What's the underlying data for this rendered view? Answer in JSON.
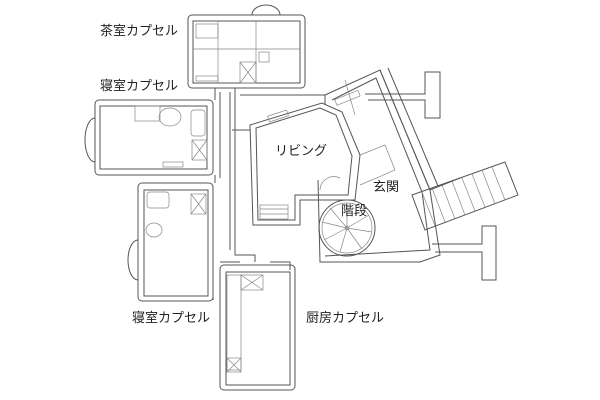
{
  "labels": {
    "tea_capsule": "茶室カプセル",
    "bedroom_capsule_upper": "寝室カプセル",
    "bedroom_capsule_lower": "寝室カプセル",
    "kitchen_capsule": "厨房カプセル",
    "living": "リビング",
    "entrance": "玄関",
    "stairs": "階段"
  },
  "colors": {
    "line": "#555555",
    "text": "#222222",
    "background": "#ffffff"
  }
}
